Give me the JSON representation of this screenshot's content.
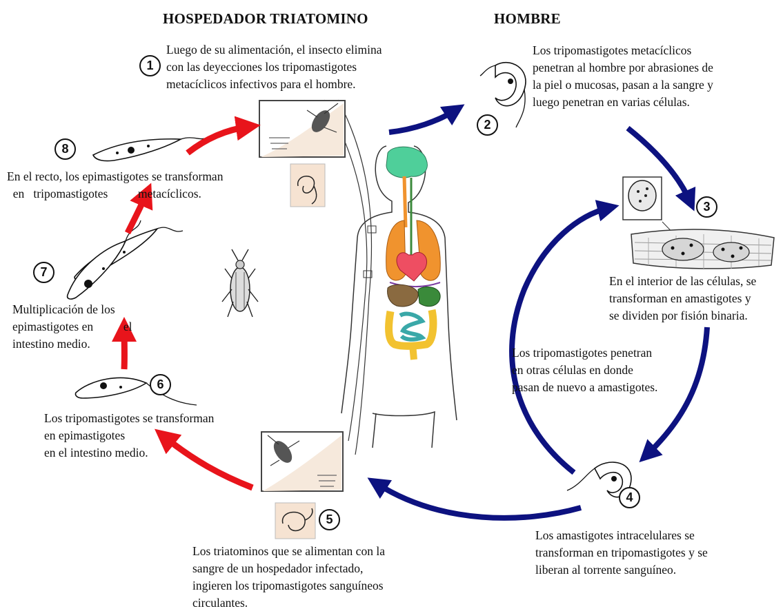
{
  "headings": {
    "vector": "HOSPEDADOR TRIATOMINO",
    "human": "HOMBRE"
  },
  "steps": [
    {
      "number": "1",
      "text": "Luego de su alimentación, el insecto elimina\ncon las deyecciones los tripomastigotes\nmetacíclicos infectivos para el hombre."
    },
    {
      "number": "2",
      "text": "Los tripomastigotes metacíclicos\npenetran al hombre por abrasiones de\nla piel o mucosas, pasan a la sangre y\nluego penetran en varias células."
    },
    {
      "number": "3",
      "text": "En el interior de las células, se\ntransforman en amastigotes y\nse dividen por fisión binaria."
    },
    {
      "number": "4",
      "text": "Los amastigotes intracelulares se\ntransforman en tripomastigotes y se\nliberan al torrente sanguíneo."
    },
    {
      "number": "5",
      "text": "Los triatominos que se alimentan con la\nsangre de un hospedador infectado,\ningieren los tripomastigotes sanguíneos\ncirculantes."
    },
    {
      "number": "6",
      "text": "Los tripomastigotes se transforman\nen epimastigotes\nen el intestino medio."
    },
    {
      "number": "7",
      "text": "Multiplicación de los\nepimastigotes en          el\nintestino medio."
    },
    {
      "number": "8",
      "text": "En el recto, los epimastigotes se transforman\n  en   tripomastigotes          metacíclicos."
    }
  ],
  "inner_loop_text": "Los tripomastigotes penetran\nen otras células en donde\npasan de nuevo a amastigotes.",
  "colors": {
    "vector_arrows": "#e8141b",
    "human_arrows": "#0d1280",
    "lungs": "#f0932e",
    "brain": "#4fcf9a",
    "heart": "#ee4e62",
    "intestine": "#f2c230",
    "small_intestine": "#3aa8a8",
    "stomach": "#8a6a40"
  }
}
